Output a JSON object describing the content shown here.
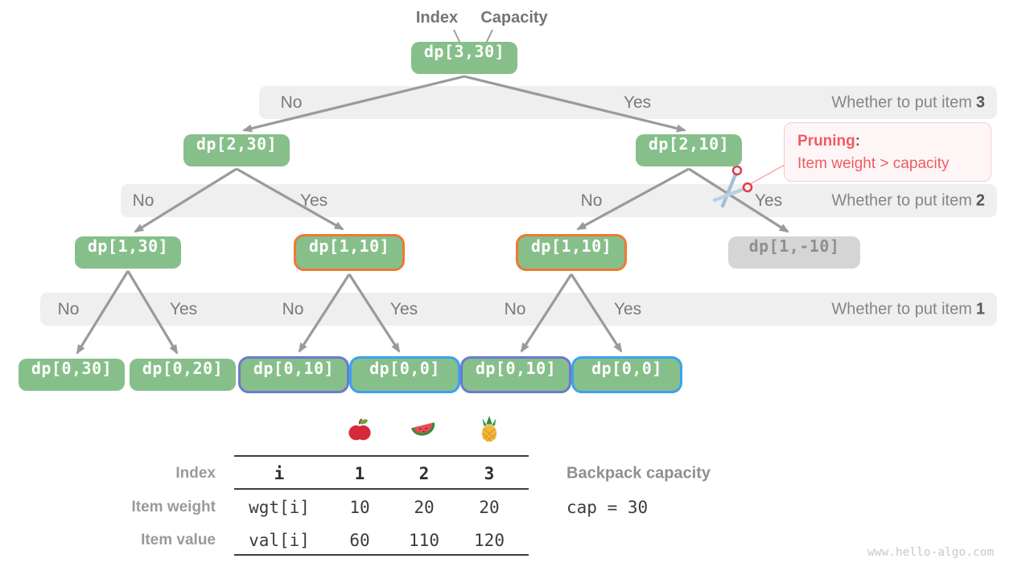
{
  "pointer_labels": {
    "index": "Index",
    "capacity": "Capacity"
  },
  "edge_labels": {
    "no": "No",
    "yes": "Yes"
  },
  "questions": {
    "item3": {
      "text": "Whether to put item",
      "number": "3"
    },
    "item2": {
      "text": "Whether to put item",
      "number": "2"
    },
    "item1": {
      "text": "Whether to put item",
      "number": "1"
    }
  },
  "nodes": {
    "dp_3_30": "dp[3,30]",
    "dp_2_30": "dp[2,30]",
    "dp_2_10": "dp[2,10]",
    "dp_1_30": "dp[1,30]",
    "dp_1_10_left": "dp[1,10]",
    "dp_1_10_right": "dp[1,10]",
    "dp_1_neg10": "dp[1,-10]",
    "dp_0_30": "dp[0,30]",
    "dp_0_20": "dp[0,20]",
    "dp_0_10_left": "dp[0,10]",
    "dp_0_0_left": "dp[0,0]",
    "dp_0_10_right": "dp[0,10]",
    "dp_0_0_right": "dp[0,0]"
  },
  "pruning": {
    "title": "Pruning",
    "colon": ":",
    "detail": "Item weight > capacity"
  },
  "table": {
    "icons": [
      "apple-icon",
      "watermelon-icon",
      "pineapple-icon"
    ],
    "header": {
      "label": "Index",
      "code": "i",
      "c1": "1",
      "c2": "2",
      "c3": "3"
    },
    "weight": {
      "label": "Item weight",
      "code": "wgt[i]",
      "c1": "10",
      "c2": "20",
      "c3": "20"
    },
    "value": {
      "label": "Item value",
      "code": "val[i]",
      "c1": "60",
      "c2": "110",
      "c3": "120"
    }
  },
  "capacity_info": {
    "label": "Backpack capacity",
    "value": "cap = 30"
  },
  "watermark": "www.hello-algo.com",
  "colors": {
    "node_green": "#86bf8a",
    "node_gray": "#d5d5d5",
    "band_gray": "#efefef",
    "arrow_gray": "#9a9a9a",
    "highlight_orange": "#ee7933",
    "highlight_purple": "#6d79ce",
    "highlight_blue": "#3ba1f2",
    "pruning_red": "#f05a62"
  }
}
